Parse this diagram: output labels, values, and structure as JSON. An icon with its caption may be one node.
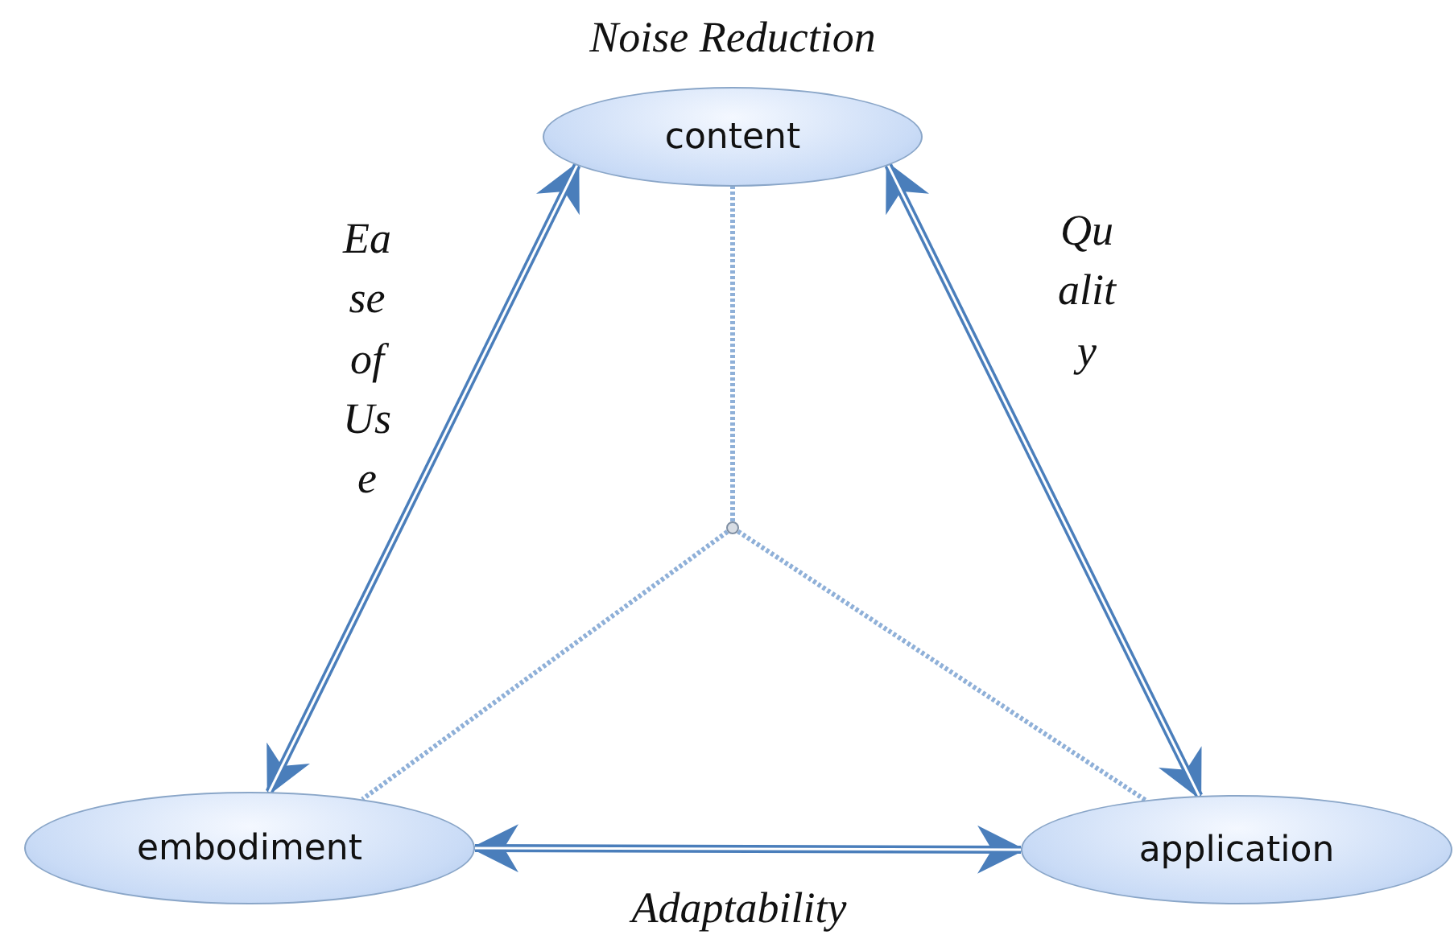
{
  "diagram": {
    "nodes": [
      {
        "text": [
          "content"
        ],
        "beside": [
          "Noise Reduction"
        ]
      },
      {
        "text": [
          "embodiment"
        ]
      },
      {
        "text": [
          "application"
        ]
      },
      {
        "text": [],
        "shape": "circle"
      }
    ],
    "edges": [
      {
        "from": 0,
        "to": 1,
        "arrow": "both",
        "label": "Ease of Use"
      },
      {
        "from": 0,
        "to": 2,
        "arrow": "both",
        "label": "Quality"
      },
      {
        "from": 1,
        "to": 2,
        "arrow": "both",
        "label": "Adaptability"
      },
      {
        "from": 3,
        "to": 0,
        "arrow": "none",
        "style": "dashed",
        "color": "#8fb0d8"
      },
      {
        "from": 3,
        "to": 1,
        "arrow": "none",
        "style": "dashed",
        "color": "#8fb0d8"
      },
      {
        "from": 3,
        "to": 2,
        "arrow": "none",
        "style": "dashed",
        "color": "#8fb0d8"
      }
    ]
  }
}
